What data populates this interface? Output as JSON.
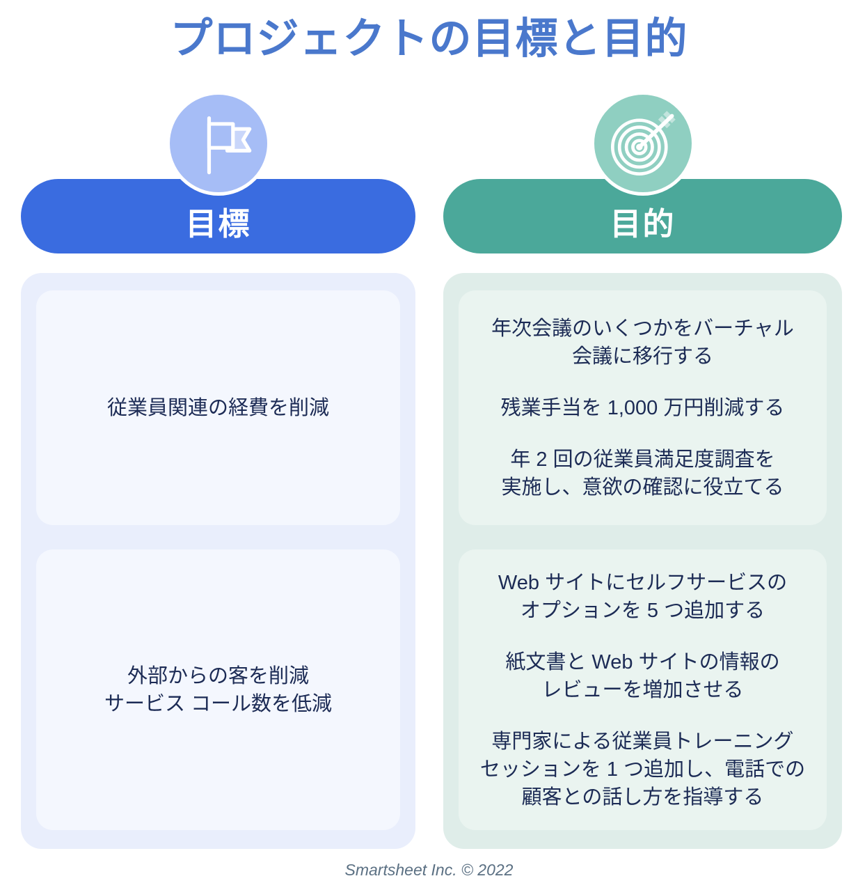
{
  "page": {
    "title": "プロジェクトの目標と目的",
    "footer": "Smartsheet Inc. © 2022"
  },
  "colors": {
    "title_blue": "#4a78cc",
    "goal_accent": "#3a6ce0",
    "goal_icon_bg": "#a6bdf6",
    "goal_panel_bg": "#e9eefc",
    "goal_card_bg": "#f4f7fe",
    "objective_accent": "#4ba89a",
    "objective_icon_bg": "#8fcfc1",
    "objective_panel_bg": "#dfede9",
    "objective_card_bg": "#eaf4f0",
    "body_text": "#1c2b55",
    "footer_text": "#5b7083"
  },
  "columns": [
    {
      "header": "目標",
      "icon": "flag-icon",
      "cards": [
        {
          "items": [
            "従業員関連の経費を削減"
          ]
        },
        {
          "items": [
            "外部からの客を削減\nサービス コール数を低減"
          ]
        }
      ]
    },
    {
      "header": "目的",
      "icon": "target-icon",
      "cards": [
        {
          "items": [
            "年次会議のいくつかをバーチャル\n会議に移行する",
            "残業手当を 1,000 万円削減する",
            "年 2 回の従業員満足度調査を\n実施し、意欲の確認に役立てる"
          ]
        },
        {
          "items": [
            "Web サイトにセルフサービスの\nオプションを 5 つ追加する",
            "紙文書と Web サイトの情報の\nレビューを増加させる",
            "専門家による従業員トレーニング\nセッションを 1 つ追加し、電話での\n顧客との話し方を指導する"
          ]
        }
      ]
    }
  ]
}
